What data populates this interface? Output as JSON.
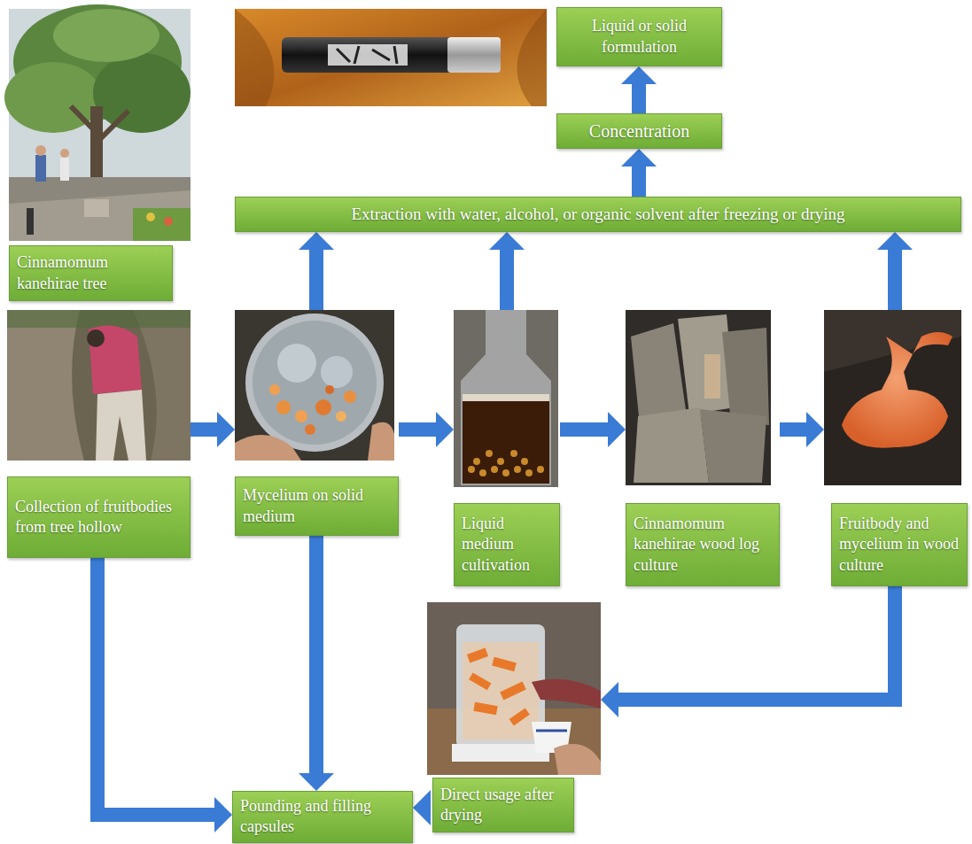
{
  "diagram": {
    "nodes": [
      {
        "text": [
          "Liquid or solid formulation"
        ]
      },
      {
        "text": [
          "Concentration"
        ]
      },
      {
        "text": [
          "Extraction with water, alcohol, or organic solvent after freezing or drying"
        ]
      },
      {
        "text": [
          "Cinnamomum kanehirae tree"
        ]
      },
      {
        "text": [
          "Collection of fruitbodies from tree hollow"
        ]
      },
      {
        "text": [
          "Mycelium on solid medium"
        ]
      },
      {
        "text": [
          "Liquid medium cultivation"
        ]
      },
      {
        "text": [
          "Cinnamomum kanehirae wood log culture"
        ]
      },
      {
        "text": [
          "Fruitbody and mycelium in wood culture"
        ]
      },
      {
        "text": [
          "Pounding and filling capsules"
        ]
      },
      {
        "text": [
          "Direct usage after drying"
        ]
      }
    ],
    "edges": [
      {
        "from": 2,
        "to": 1,
        "arrow": "to"
      },
      {
        "from": 1,
        "to": 0,
        "arrow": "to"
      },
      {
        "from": 4,
        "to": 5,
        "arrow": "to"
      },
      {
        "from": 5,
        "to": 6,
        "arrow": "to"
      },
      {
        "from": 6,
        "to": 7,
        "arrow": "to"
      },
      {
        "from": 7,
        "to": 8,
        "arrow": "to"
      },
      {
        "from": 5,
        "to": 2,
        "arrow": "to"
      },
      {
        "from": 6,
        "to": 2,
        "arrow": "to"
      },
      {
        "from": 8,
        "to": 2,
        "arrow": "to"
      },
      {
        "from": 4,
        "to": 9,
        "arrow": "to"
      },
      {
        "from": 5,
        "to": 9,
        "arrow": "to"
      },
      {
        "from": 8,
        "to": 10,
        "arrow": "to"
      },
      {
        "from": 10,
        "to": 9,
        "arrow": "to"
      }
    ]
  }
}
